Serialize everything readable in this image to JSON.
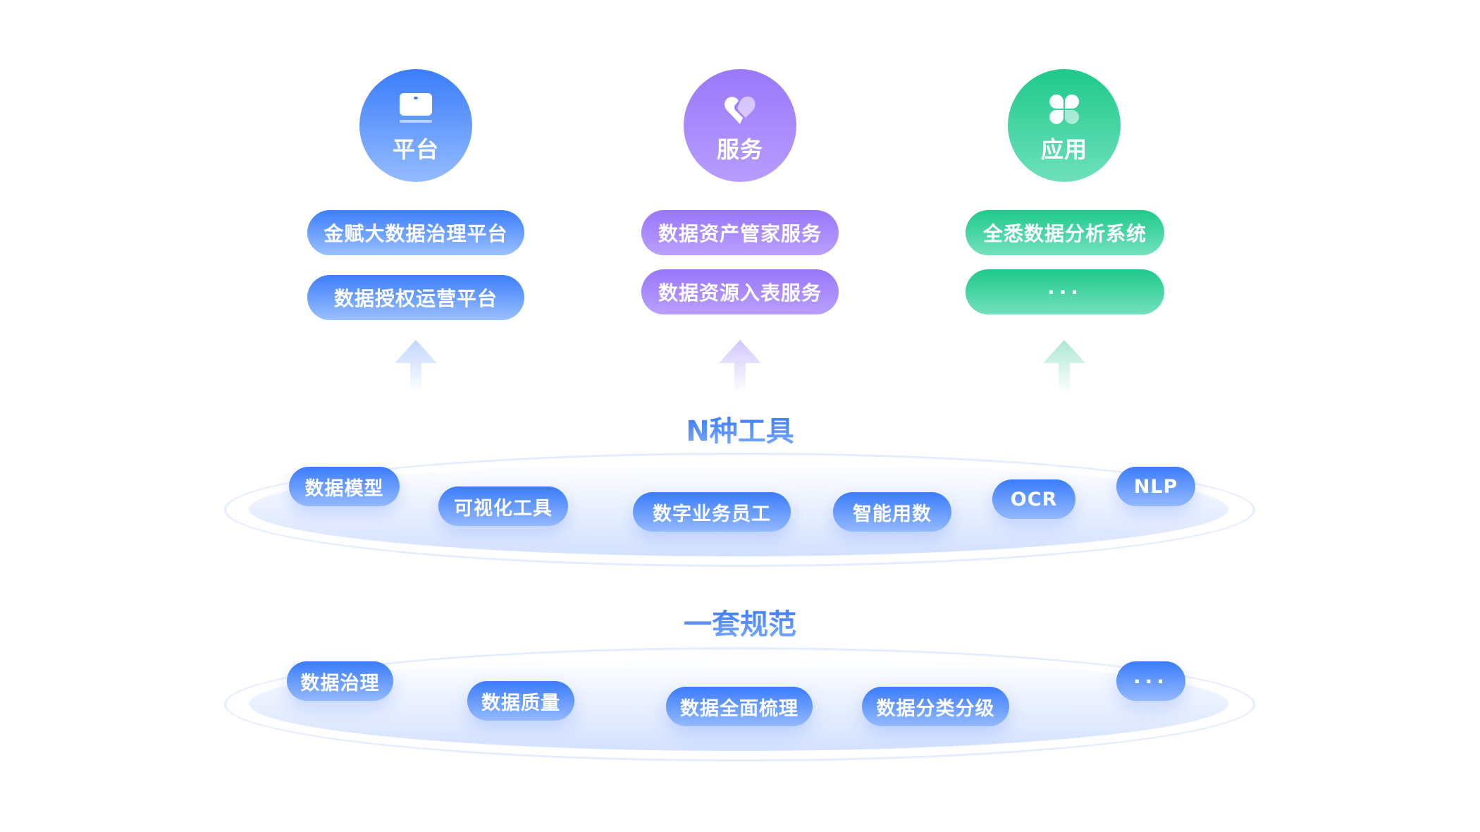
{
  "top": {
    "columns": [
      {
        "key": "platform",
        "title": "平台",
        "icon": "laptop-icon",
        "color": "#3b7dfb",
        "items": [
          "金赋大数据治理平台",
          "数据授权运营平台"
        ]
      },
      {
        "key": "service",
        "title": "服务",
        "icon": "heart-link-icon",
        "color": "#9a78fb",
        "items": [
          "数据资产管家服务",
          "数据资源入表服务"
        ]
      },
      {
        "key": "application",
        "title": "应用",
        "icon": "clover-grid-icon",
        "color": "#1ec98a",
        "items": [
          "全悉数据分析系统",
          "···"
        ]
      }
    ]
  },
  "tools": {
    "title": "N种工具",
    "items": [
      "数据模型",
      "可视化工具",
      "数字业务员工",
      "智能用数",
      "OCR",
      "NLP"
    ]
  },
  "standards": {
    "title": "一套规范",
    "items": [
      "数据治理",
      "数据质量",
      "数据全面梳理",
      "数据分类分级",
      "···"
    ]
  }
}
